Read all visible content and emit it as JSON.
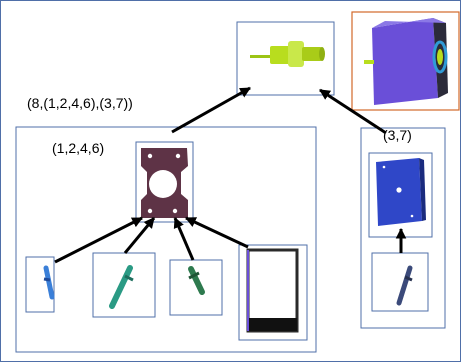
{
  "labels": {
    "root_sequence": "(8,(1,2,4,6),(3,7))",
    "left_group": "(1,2,4,6)",
    "right_group": "(3,7)"
  },
  "colors": {
    "frame_border": "#4f6fa8",
    "highlight_border": "#d2692a",
    "shaft_part": "#b8dd1e",
    "bracket_part": "#5e3346",
    "purple_housing": "#6a4fd8",
    "blue_plate": "#2f47c8",
    "light_blue_pin": "#3a7fd8",
    "teal_pin": "#2a9a84",
    "green_pin": "#2e7a4e",
    "dark_pin": "#3b4a7a"
  }
}
